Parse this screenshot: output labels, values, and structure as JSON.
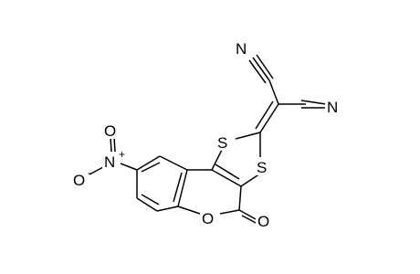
{
  "structure": {
    "atoms": {
      "n_nitrile_top": "N",
      "c_nitrile_top": "C",
      "n_nitrile_right": "N",
      "c_nitrile_right": "C",
      "s_upper": "S",
      "s_lower": "S",
      "n_nitro": "N",
      "o_nitro_top": "O",
      "o_nitro_left": "O",
      "nitro_plus": "+",
      "nitro_minus": "-",
      "o_ring": "O",
      "o_carbonyl": "O"
    },
    "colors": {
      "bond": "#000000",
      "label": "#000000",
      "background": "#ffffff"
    }
  }
}
